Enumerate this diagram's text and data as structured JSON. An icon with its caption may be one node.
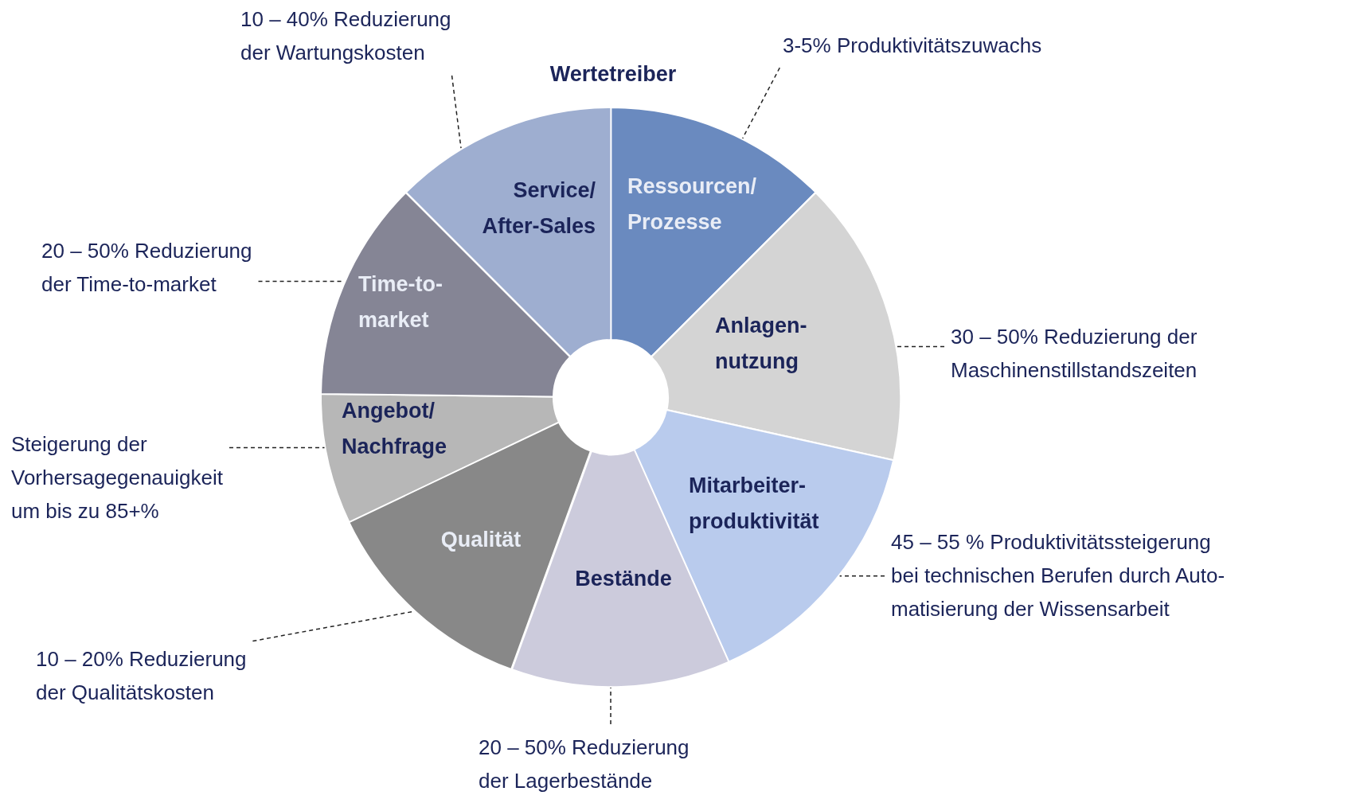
{
  "diagram": {
    "title": "Wertetreiber",
    "nodes": [
      {
        "text": [
          "Ressourcen/ Prozesse"
        ]
      },
      {
        "text": [
          "Anlagen- nutzung"
        ]
      },
      {
        "text": [
          "Mitarbeiter- produktivität"
        ]
      },
      {
        "text": [
          "Bestände"
        ]
      },
      {
        "text": [
          "Qualität"
        ]
      },
      {
        "text": [
          "Angebot/ Nachfrage"
        ]
      },
      {
        "text": [
          "Time-to- market"
        ]
      },
      {
        "text": [
          "Service/ After-Sales"
        ]
      },
      {
        "text": [
          "3-5% Produktivitätszuwachs"
        ]
      },
      {
        "text": [
          "30 – 50% Reduzierung der Maschinenstillstandszeiten"
        ]
      },
      {
        "text": [
          "45 – 55 % Produktivitätssteigerung bei technischen Berufen durch Auto- matisierung der Wissensarbeit"
        ]
      },
      {
        "text": [
          "20 – 50% Reduzierung der Lagerbestände"
        ]
      },
      {
        "text": [
          "10 – 20% Reduzierung der Qualitätskosten"
        ]
      },
      {
        "text": [
          "Steigerung der Vorhersagegenauigkeit um bis zu 85+%"
        ]
      },
      {
        "text": [
          "20 – 50% Reduzierung der Time-to-market"
        ]
      },
      {
        "text": [
          "10 – 40% Reduzierung der Wartungskosten"
        ]
      }
    ],
    "edges": [
      {
        "from": 8,
        "to": 0,
        "arrow": "none",
        "style": "dashed"
      },
      {
        "from": 9,
        "to": 1,
        "arrow": "none",
        "style": "dashed"
      },
      {
        "from": 10,
        "to": 2,
        "arrow": "none",
        "style": "dashed"
      },
      {
        "from": 11,
        "to": 3,
        "arrow": "none",
        "style": "dashed"
      },
      {
        "from": 12,
        "to": 4,
        "arrow": "none",
        "style": "dashed"
      },
      {
        "from": 13,
        "to": 5,
        "arrow": "none",
        "style": "dashed"
      },
      {
        "from": 14,
        "to": 6,
        "arrow": "none",
        "style": "dashed"
      },
      {
        "from": 15,
        "to": 7,
        "arrow": "none",
        "style": "dashed"
      }
    ]
  }
}
